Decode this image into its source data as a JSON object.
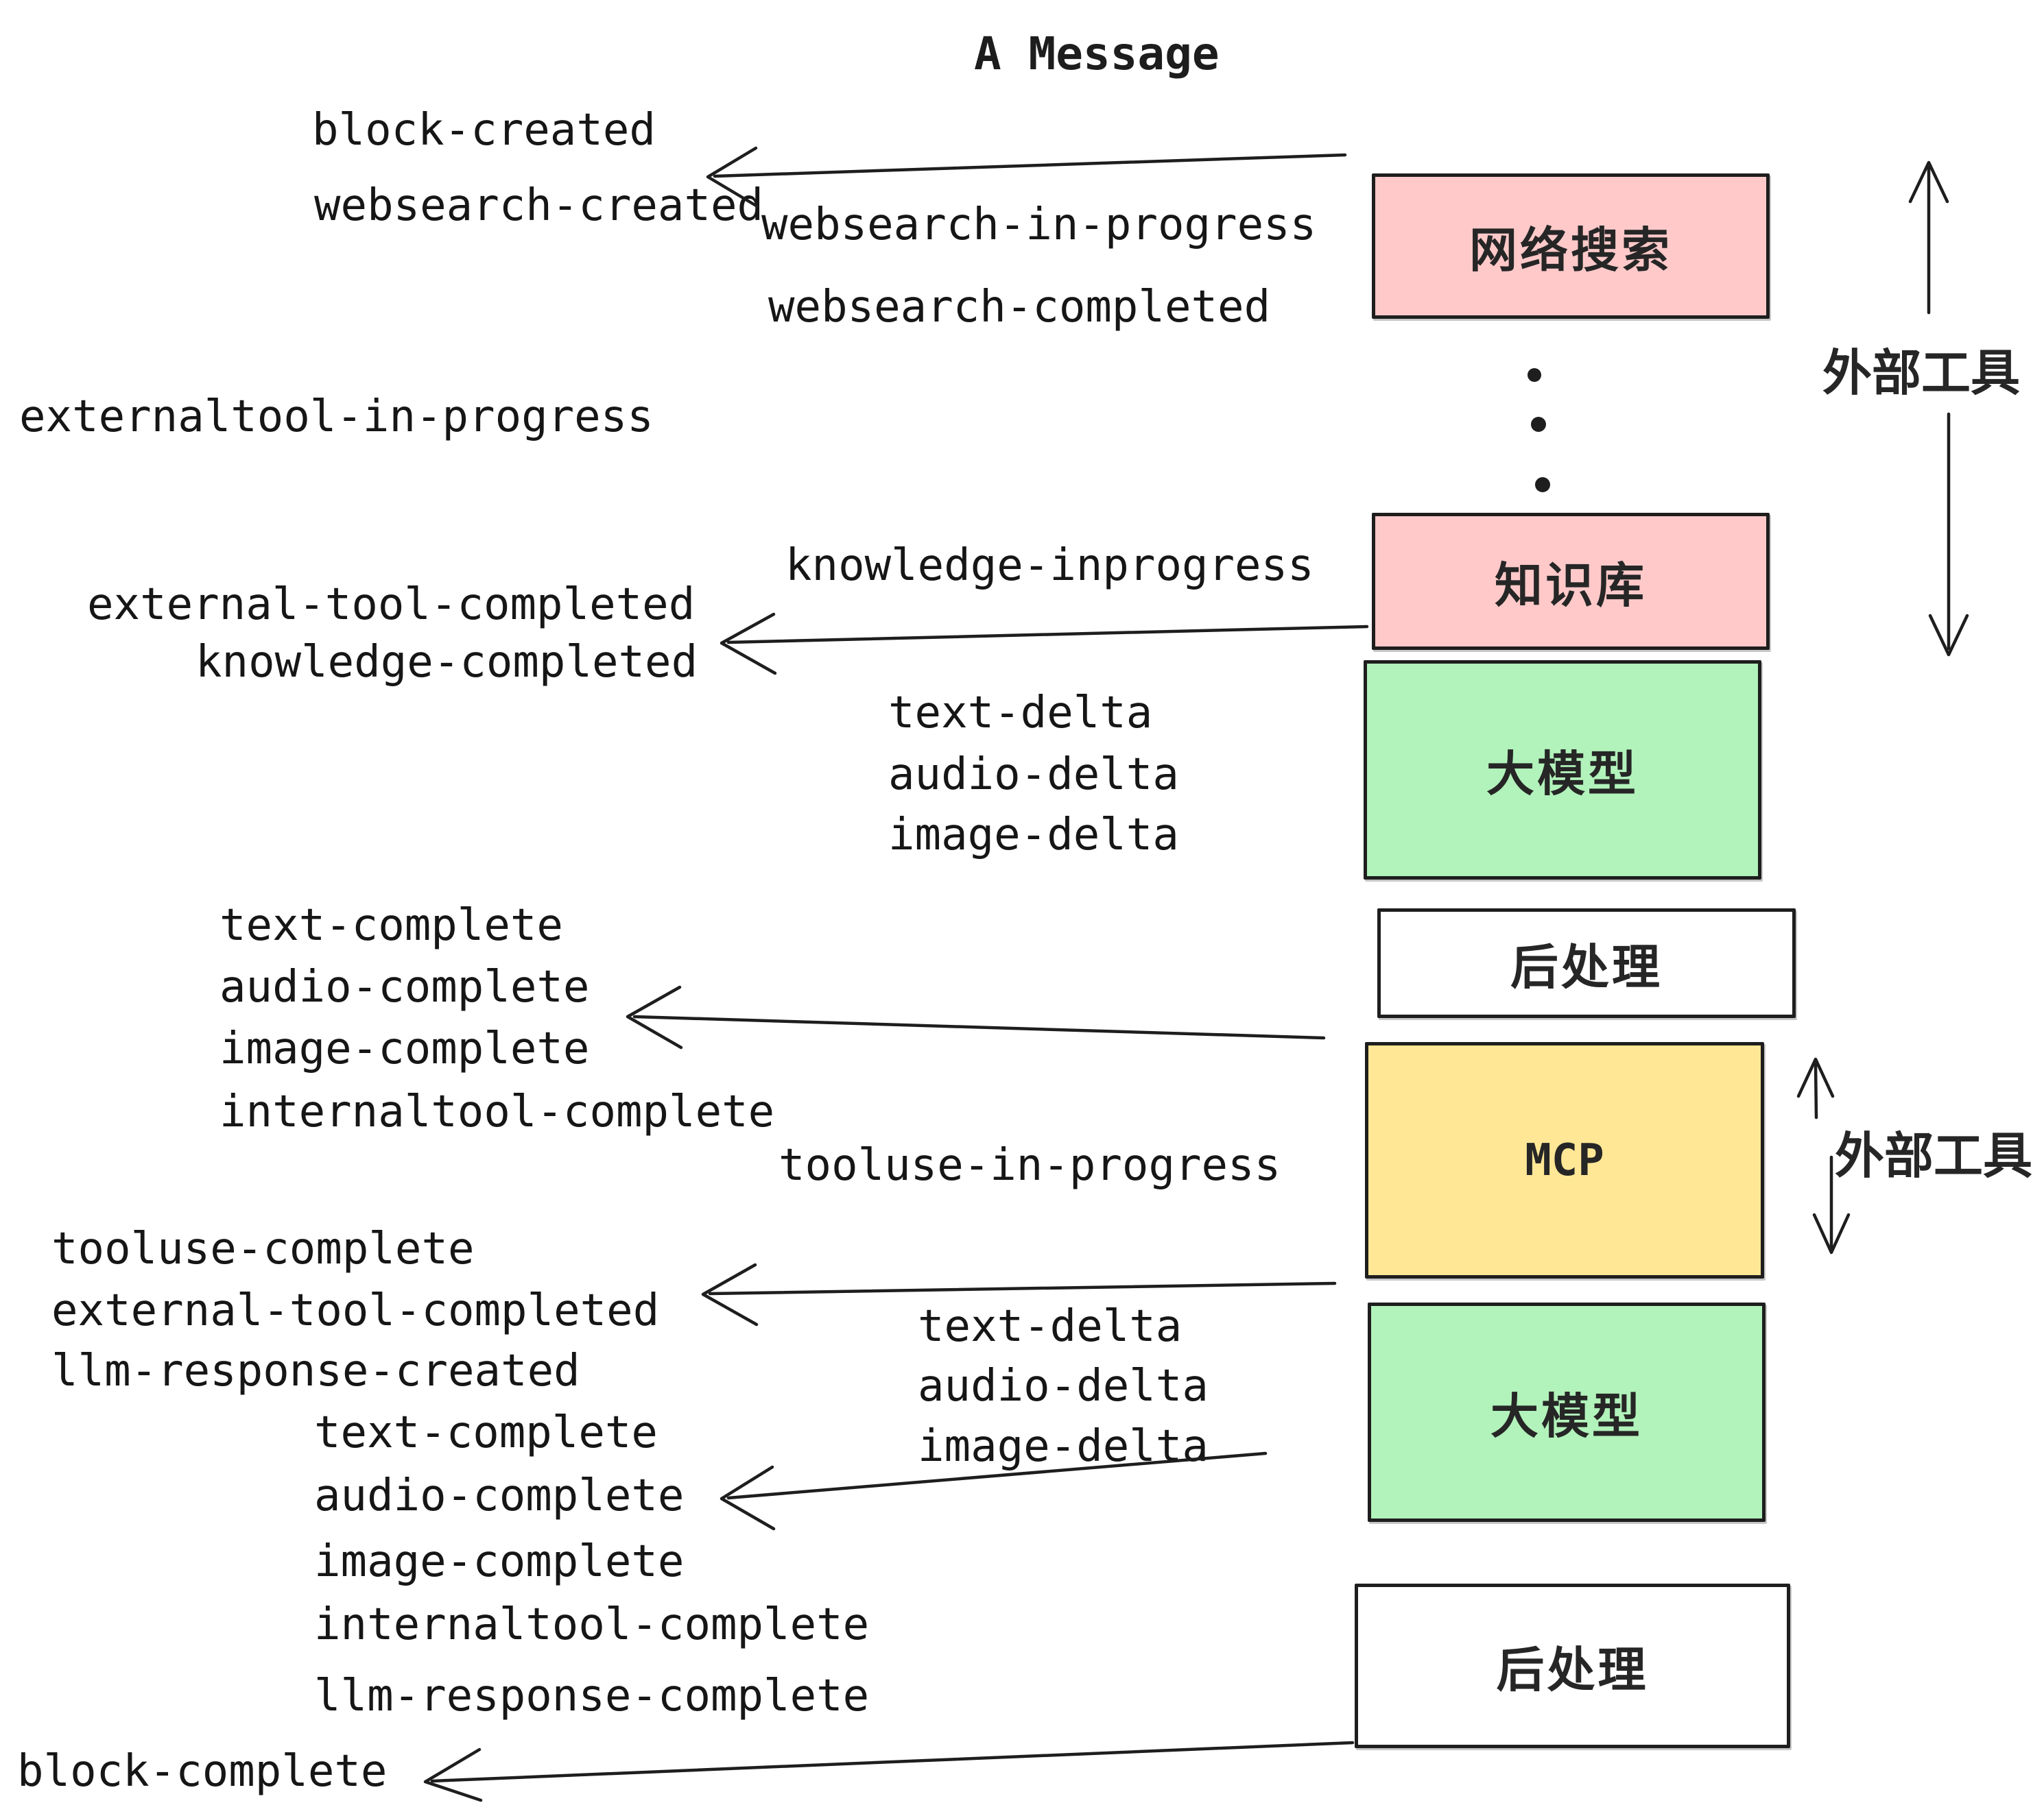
{
  "title": "A Message",
  "colors": {
    "background": "#ffffff",
    "stroke": "#1e1e1e",
    "text": "#161616",
    "pink": "#ffc9c9",
    "green": "#b2f2bb",
    "yellow": "#ffe796",
    "white": "#ffffff"
  },
  "events": {
    "block_created": "block-created",
    "websearch_created": "websearch-created",
    "websearch_in_progress": "websearch-in-progress",
    "websearch_completed": "websearch-completed",
    "externaltool_in_progress": "externaltool-in-progress",
    "knowledge_inprogress": "knowledge-inprogress",
    "external_tool_completed": "external-tool-completed",
    "knowledge_completed": "knowledge-completed",
    "text_delta": "text-delta",
    "audio_delta": "audio-delta",
    "image_delta": "image-delta",
    "text_complete": "text-complete",
    "audio_complete": "audio-complete",
    "image_complete": "image-complete",
    "internaltool_complete": "internaltool-complete",
    "tooluse_in_progress": "tooluse-in-progress",
    "tooluse_complete": "tooluse-complete",
    "llm_response_created": "llm-response-created",
    "llm_response_complete": "llm-response-complete",
    "block_complete": "block-complete"
  },
  "boxes": {
    "websearch": {
      "label": "网络搜索",
      "fill": "#ffc9c9"
    },
    "knowledge": {
      "label": "知识库",
      "fill": "#ffc9c9"
    },
    "llm_top": {
      "label": "大模型",
      "fill": "#b2f2bb"
    },
    "post_top": {
      "label": "后处理",
      "fill": "#ffffff"
    },
    "mcp": {
      "label": "MCP",
      "fill": "#ffe796"
    },
    "llm_bottom": {
      "label": "大模型",
      "fill": "#b2f2bb"
    },
    "post_bottom": {
      "label": "后处理",
      "fill": "#ffffff"
    }
  },
  "annotations": {
    "external_tools_top": "外部工具",
    "external_tools_mcp": "外部工具"
  }
}
